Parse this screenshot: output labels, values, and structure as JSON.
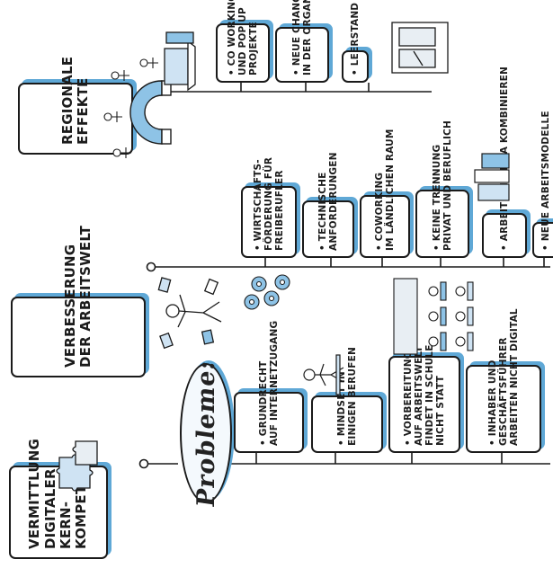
{
  "columns": [
    {
      "id": "vermittlung",
      "header_lines": [
        "Vermittlung",
        "digitaler",
        "Kern-",
        "kompetenz"
      ],
      "bubble_label": "Probleme:",
      "items": [
        {
          "lines": [
            "• Grundrecht",
            "auf Internetzugang"
          ]
        },
        {
          "lines": [
            "• Mindset in",
            "einigen Berufen"
          ]
        },
        {
          "lines": [
            "• Vorbereitung",
            "auf Arbeitswelt",
            "findet in Schule",
            "nicht statt"
          ]
        },
        {
          "lines": [
            "• Inhaber und",
            "Geschäftsführer",
            "arbeiten nicht digital"
          ]
        }
      ]
    },
    {
      "id": "verbesserung",
      "header_lines": [
        "Verbesserung",
        "der Arbeitswelt"
      ],
      "items": [
        {
          "lines": [
            "• Wirtschafts-",
            "förderung für",
            "Freiberufler"
          ]
        },
        {
          "lines": [
            "• Technische",
            "Anforderungen"
          ]
        },
        {
          "lines": [
            "• Coworking",
            "im ländlichen Raum"
          ]
        },
        {
          "lines": [
            "• Keine Trennung",
            "privat und beruflich"
          ]
        },
        {
          "lines": [
            "• Arbeit und Kita kombinieren"
          ]
        },
        {
          "lines": [
            "• Neue Arbeitsmodelle"
          ]
        }
      ]
    },
    {
      "id": "regionale",
      "header_lines": [
        "Regionale",
        "Effekte"
      ],
      "items": [
        {
          "lines": [
            "• Co Working",
            "und Pop up",
            "Projekte"
          ]
        },
        {
          "lines": [
            "• Neue Chancen",
            "in der Organisation"
          ]
        },
        {
          "lines": [
            "• Leerstand"
          ]
        }
      ]
    }
  ],
  "colors": {
    "ink": "#1a1a1a",
    "accent_blue": "#5fa8d6",
    "sketch_gray": "#8a8f96",
    "paper": "#ffffff"
  },
  "icons": [
    "puzzle-pieces-icon",
    "person-papers-icon",
    "gears-icon",
    "magnet-people-icon",
    "laptop-desk-icon",
    "vacant-shop-icon",
    "books-icon",
    "desk-worker-icon",
    "classroom-icon"
  ]
}
